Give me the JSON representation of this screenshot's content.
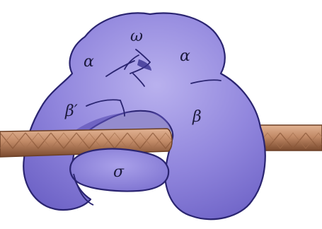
{
  "diagram": {
    "labels": {
      "omega": "ω",
      "alpha_left": "α",
      "alpha_right": "α",
      "beta_prime": "β′",
      "beta": "β",
      "sigma": "σ"
    },
    "colors": {
      "enzyme_fill": "#9186dd",
      "enzyme_dark": "#5a4fb3",
      "enzyme_light": "#b9b1ee",
      "outline": "#2a2470",
      "dna_strand": "#c28a67",
      "dna_dark": "#7a4a2e",
      "dna_light": "#e2b393"
    }
  }
}
